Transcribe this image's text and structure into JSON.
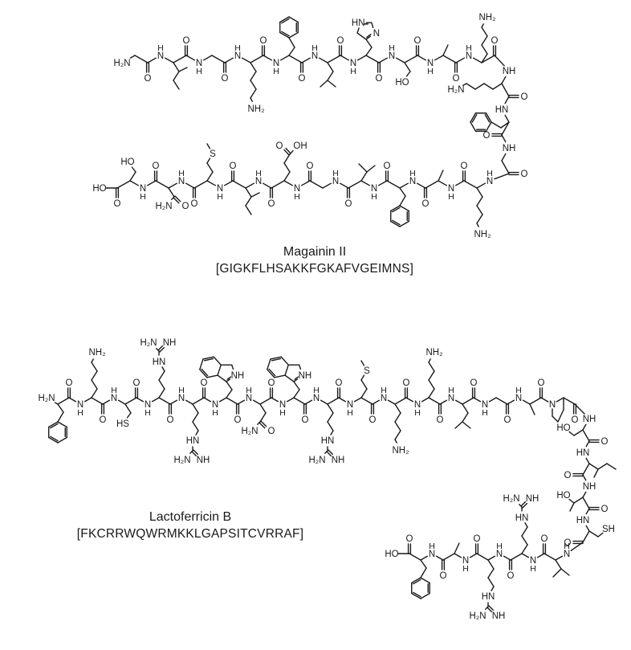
{
  "figure": {
    "background": "#ffffff",
    "line_color": "#1a1a1a"
  },
  "structures": [
    {
      "name": "Magainin II",
      "bracket_sequence": "[GIGKFLHSAKKFGKAFVGEIMNS]",
      "sequence": "GIGKFLHSAKKFGKAFVGEIMNS",
      "layout": {
        "bond": 16,
        "amp": 9,
        "segments": [
          {
            "from": 0,
            "to": 9,
            "start": [
              152,
              78
            ],
            "axis": "right",
            "parity": 0
          },
          {
            "from": 10,
            "to": 12,
            "start": [
              634,
              88
            ],
            "axis": "down",
            "parity": 0
          },
          {
            "from": 13,
            "to": 22,
            "start": [
              610,
              234
            ],
            "axis": "left",
            "parity": 1
          }
        ],
        "flips": [
          9,
          11
        ]
      }
    },
    {
      "name": "Lactoferricin B",
      "bracket_sequence": "[FKCRRWQWRMKKLGAPSITCVRRAF]",
      "sequence": "FKCRRWQWRMKKLGAPSITCVRRAF",
      "layout": {
        "bond": 14,
        "amp": 8,
        "segments": [
          {
            "from": 0,
            "to": 15,
            "start": [
              58,
              503
            ],
            "axis": "right",
            "parity": 1
          },
          {
            "from": 16,
            "to": 19,
            "start": [
              734,
              521
            ],
            "axis": "down",
            "parity": 0
          },
          {
            "from": 20,
            "to": 24,
            "start": [
              706,
              697
            ],
            "axis": "left",
            "parity": 1
          }
        ],
        "flips": [
          15
        ]
      }
    }
  ],
  "chem_labels": {
    "amide_n": "N",
    "amide_h": "H",
    "amide_nh": "NH",
    "amide_hn": "HN",
    "n_terminus": "H₂N",
    "amine": "NH₂",
    "amine_rev": "H₂N",
    "carbonyl": "O",
    "hydroxyl": "OH",
    "hydroxyl_rev": "HO",
    "thiol": "SH",
    "thiol_rev": "HS",
    "thioether": "S",
    "imidazole_n": "N",
    "imidazole_nh": "HN",
    "indole_nh": "NH",
    "guanidine_hn": "HN",
    "guanidine_nh": "NH",
    "guanidine_h2n": "H₂N"
  }
}
